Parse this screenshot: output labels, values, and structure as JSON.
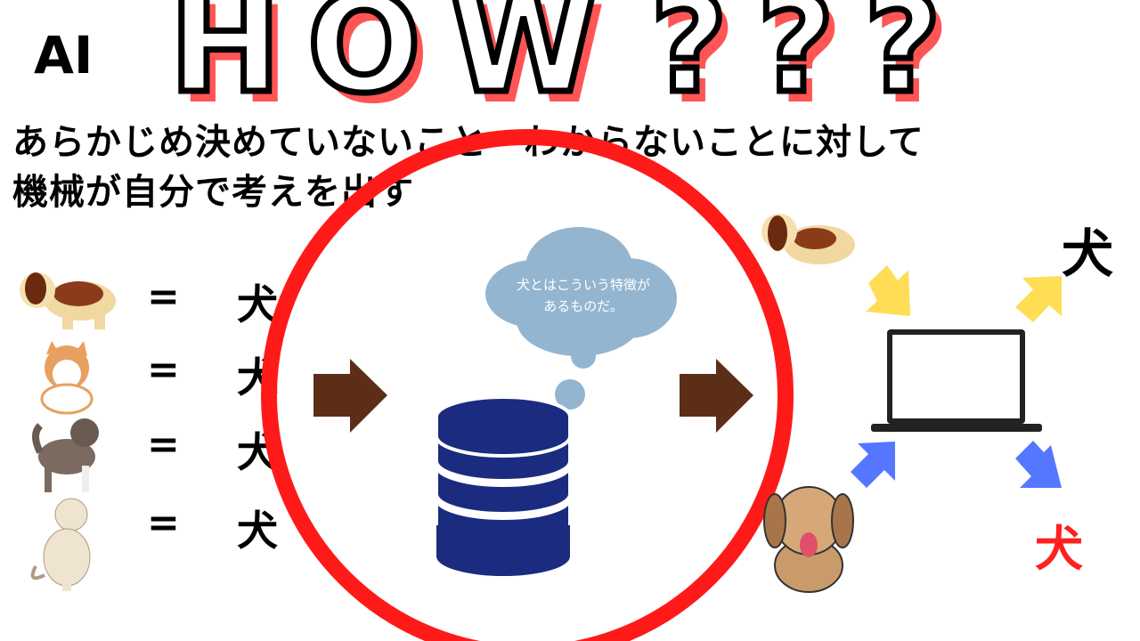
{
  "title": "AI",
  "description": {
    "line1": "あらかじめ決めていないこと・わからないことに対して",
    "line2": "機械が自分で考えを出す"
  },
  "overlay": {
    "letters": [
      "H",
      "O",
      "W",
      "?",
      "?",
      "?"
    ],
    "stroke_color": "#000000",
    "shadow_color": "#ff5555"
  },
  "examples": [
    {
      "icon": "beagle-dog-icon",
      "equals": "=",
      "label": "犬"
    },
    {
      "icon": "corgi-dog-icon",
      "equals": "=",
      "label": "犬"
    },
    {
      "icon": "husky-dog-icon",
      "equals": "=",
      "label": "犬"
    },
    {
      "icon": "labrador-dog-icon",
      "equals": "=",
      "label": "犬"
    }
  ],
  "thought_bubble": {
    "line1": "犬とはこういう特徴が",
    "line2": "あるものだ。"
  },
  "results": {
    "top": "犬",
    "bottom": "犬"
  },
  "colors": {
    "circle": "#ff1a1a",
    "arrow_brown": "#5c2e17",
    "database": "#1a2b80",
    "cloud": "#94b5cf",
    "arrow_yellow": "#ffdd55",
    "arrow_blue": "#5577ff",
    "result_red": "#ff2020"
  }
}
